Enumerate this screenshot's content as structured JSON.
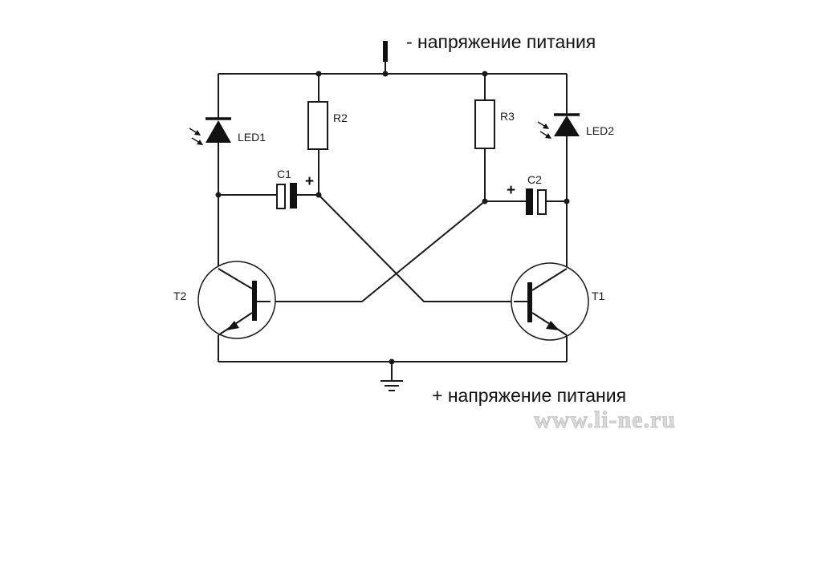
{
  "labels": {
    "supply_minus": "- напряжение питания",
    "supply_plus": "+ напряжение питания",
    "led1": "LED1",
    "led2": "LED2",
    "r2": "R2",
    "r3": "R3",
    "c1": "C1",
    "c2": "C2",
    "t1": "T1",
    "t2": "T2",
    "c1_polarity": "+",
    "c2_polarity": "+",
    "watermark": "www.li-ne.ru"
  }
}
